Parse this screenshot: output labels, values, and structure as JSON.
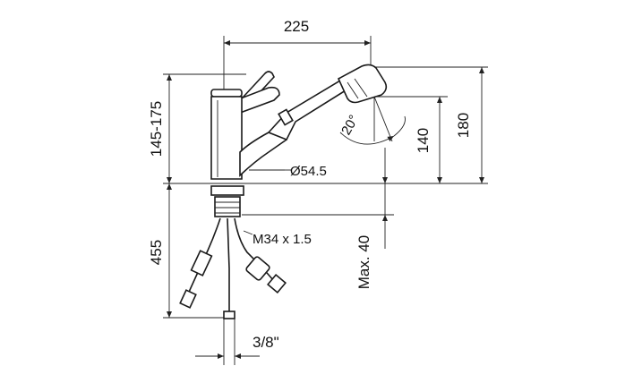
{
  "dimensions": {
    "width_top": "225",
    "height_left": "145-175",
    "height_right_outer": "180",
    "height_right_inner": "140",
    "spout_angle": "20°",
    "body_diameter": "Ø54.5",
    "thread": "M34 x 1.5",
    "below_deck": "455",
    "max_deck_thickness": "Max. 40",
    "hose_connection": "3/8\""
  },
  "colors": {
    "line": "#222222",
    "background": "#ffffff"
  }
}
